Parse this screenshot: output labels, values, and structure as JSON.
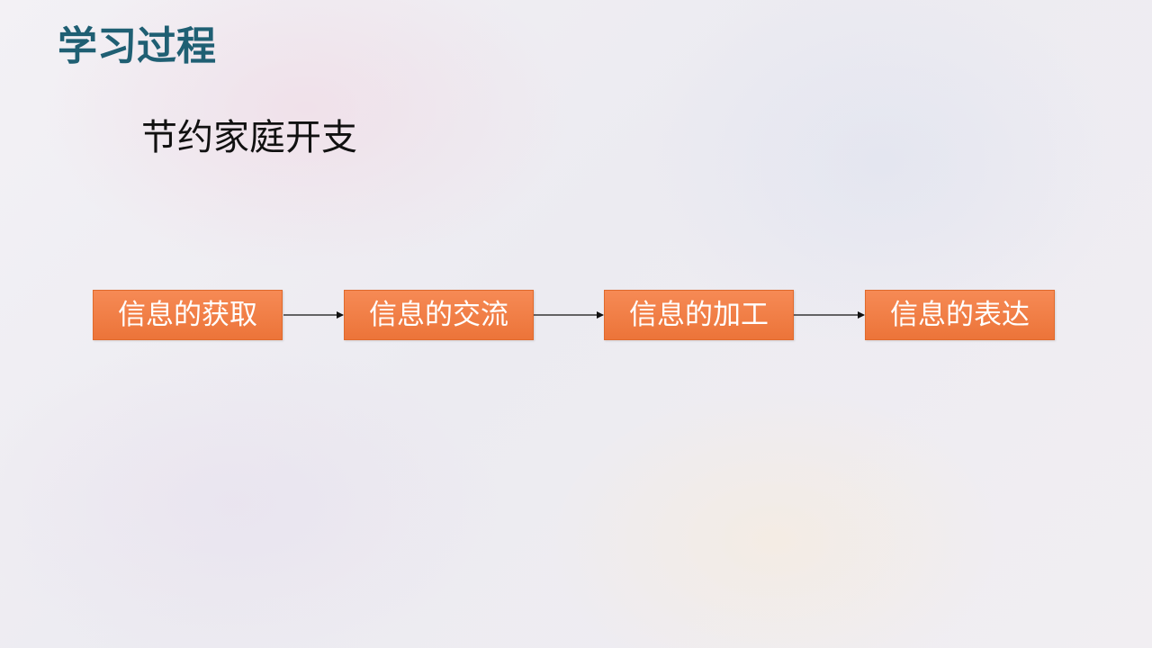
{
  "slide": {
    "heading": "学习过程",
    "subtitle": "节约家庭开支"
  },
  "flow": {
    "steps": [
      {
        "label": "信息的获取"
      },
      {
        "label": "信息的交流"
      },
      {
        "label": "信息的加工"
      },
      {
        "label": "信息的表达"
      }
    ],
    "colors": {
      "box_fill": "#ef7a41",
      "box_text": "#ffffff",
      "arrow": "#111111",
      "heading": "#1f5f73"
    }
  }
}
